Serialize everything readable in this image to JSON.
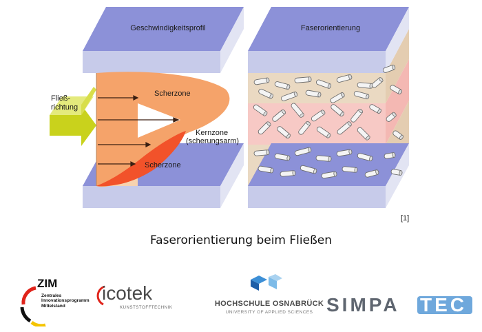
{
  "diagram": {
    "left_panel_title": "Geschwindigkeitsprofil",
    "right_panel_title": "Faserorientierung",
    "flow_label_line1": "Fließ-",
    "flow_label_line2": "richtung",
    "shear_zone_top": "Scherzone",
    "shear_zone_bottom": "Scherzone",
    "core_zone_line1": "Kernzone",
    "core_zone_line2": "(scherungsarm)",
    "reference": "[1]",
    "colors": {
      "plate_top": "#8c91d8",
      "plate_front": "#c7cbea",
      "plate_side": "#e2e4f3",
      "shear_orange": "#f5a36a",
      "core_red": "#f2522a",
      "peach": "#f7d3b0",
      "fiber_layer": "#ead9c2",
      "core_layer": "#f7c9c5",
      "arrow_yellow": "#c9d21c"
    }
  },
  "caption": "Faserorientierung beim Fließen",
  "logos": {
    "zim": {
      "title": "ZIM",
      "lines": [
        "Zentrales",
        "Innovationsprogramm",
        "Mittelstand"
      ]
    },
    "icotek": {
      "name": "icotek",
      "subtitle": "KUNSTSTOFFTECHNIK"
    },
    "hochschule": {
      "name": "HOCHSCHULE OSNABRÜCK",
      "subtitle": "UNIVERSITY OF APPLIED SCIENCES"
    },
    "simpatec": {
      "part1": "SIMPA",
      "part2": "TEC"
    }
  }
}
